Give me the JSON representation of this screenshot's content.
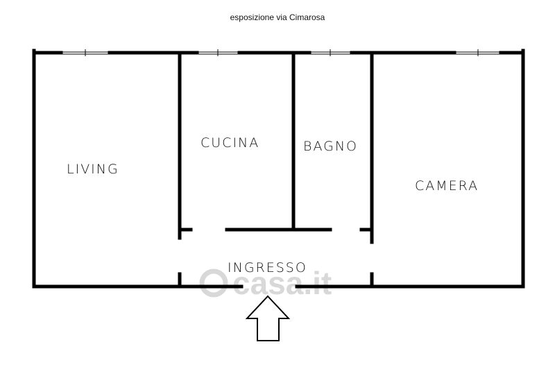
{
  "caption": "esposizione via Cimarosa",
  "rooms": {
    "living": "LIVING",
    "cucina": "CUCINA",
    "bagno": "BAGNO",
    "camera": "CAMERA",
    "ingresso": "INGRESSO"
  },
  "watermark": "casa.it",
  "colors": {
    "wall": "#000000",
    "background": "#ffffff",
    "watermark": "#d8d8d8"
  },
  "entrance_icon": "arrow-up-icon"
}
